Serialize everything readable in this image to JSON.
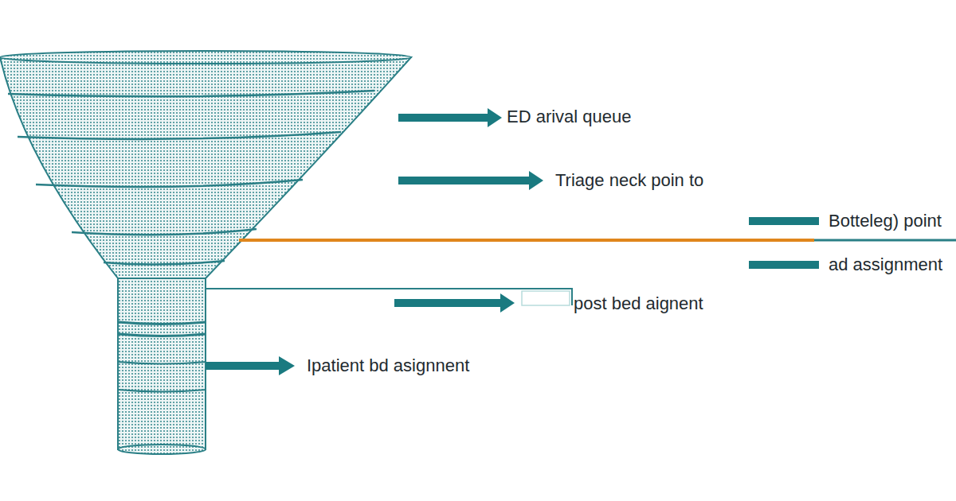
{
  "diagram": {
    "labels": [
      "ED arival queue",
      "Triage neck poin to",
      "Botteleg) point",
      "ad assignment",
      "post bed aignent",
      "Ipatient bd asignnent"
    ]
  }
}
